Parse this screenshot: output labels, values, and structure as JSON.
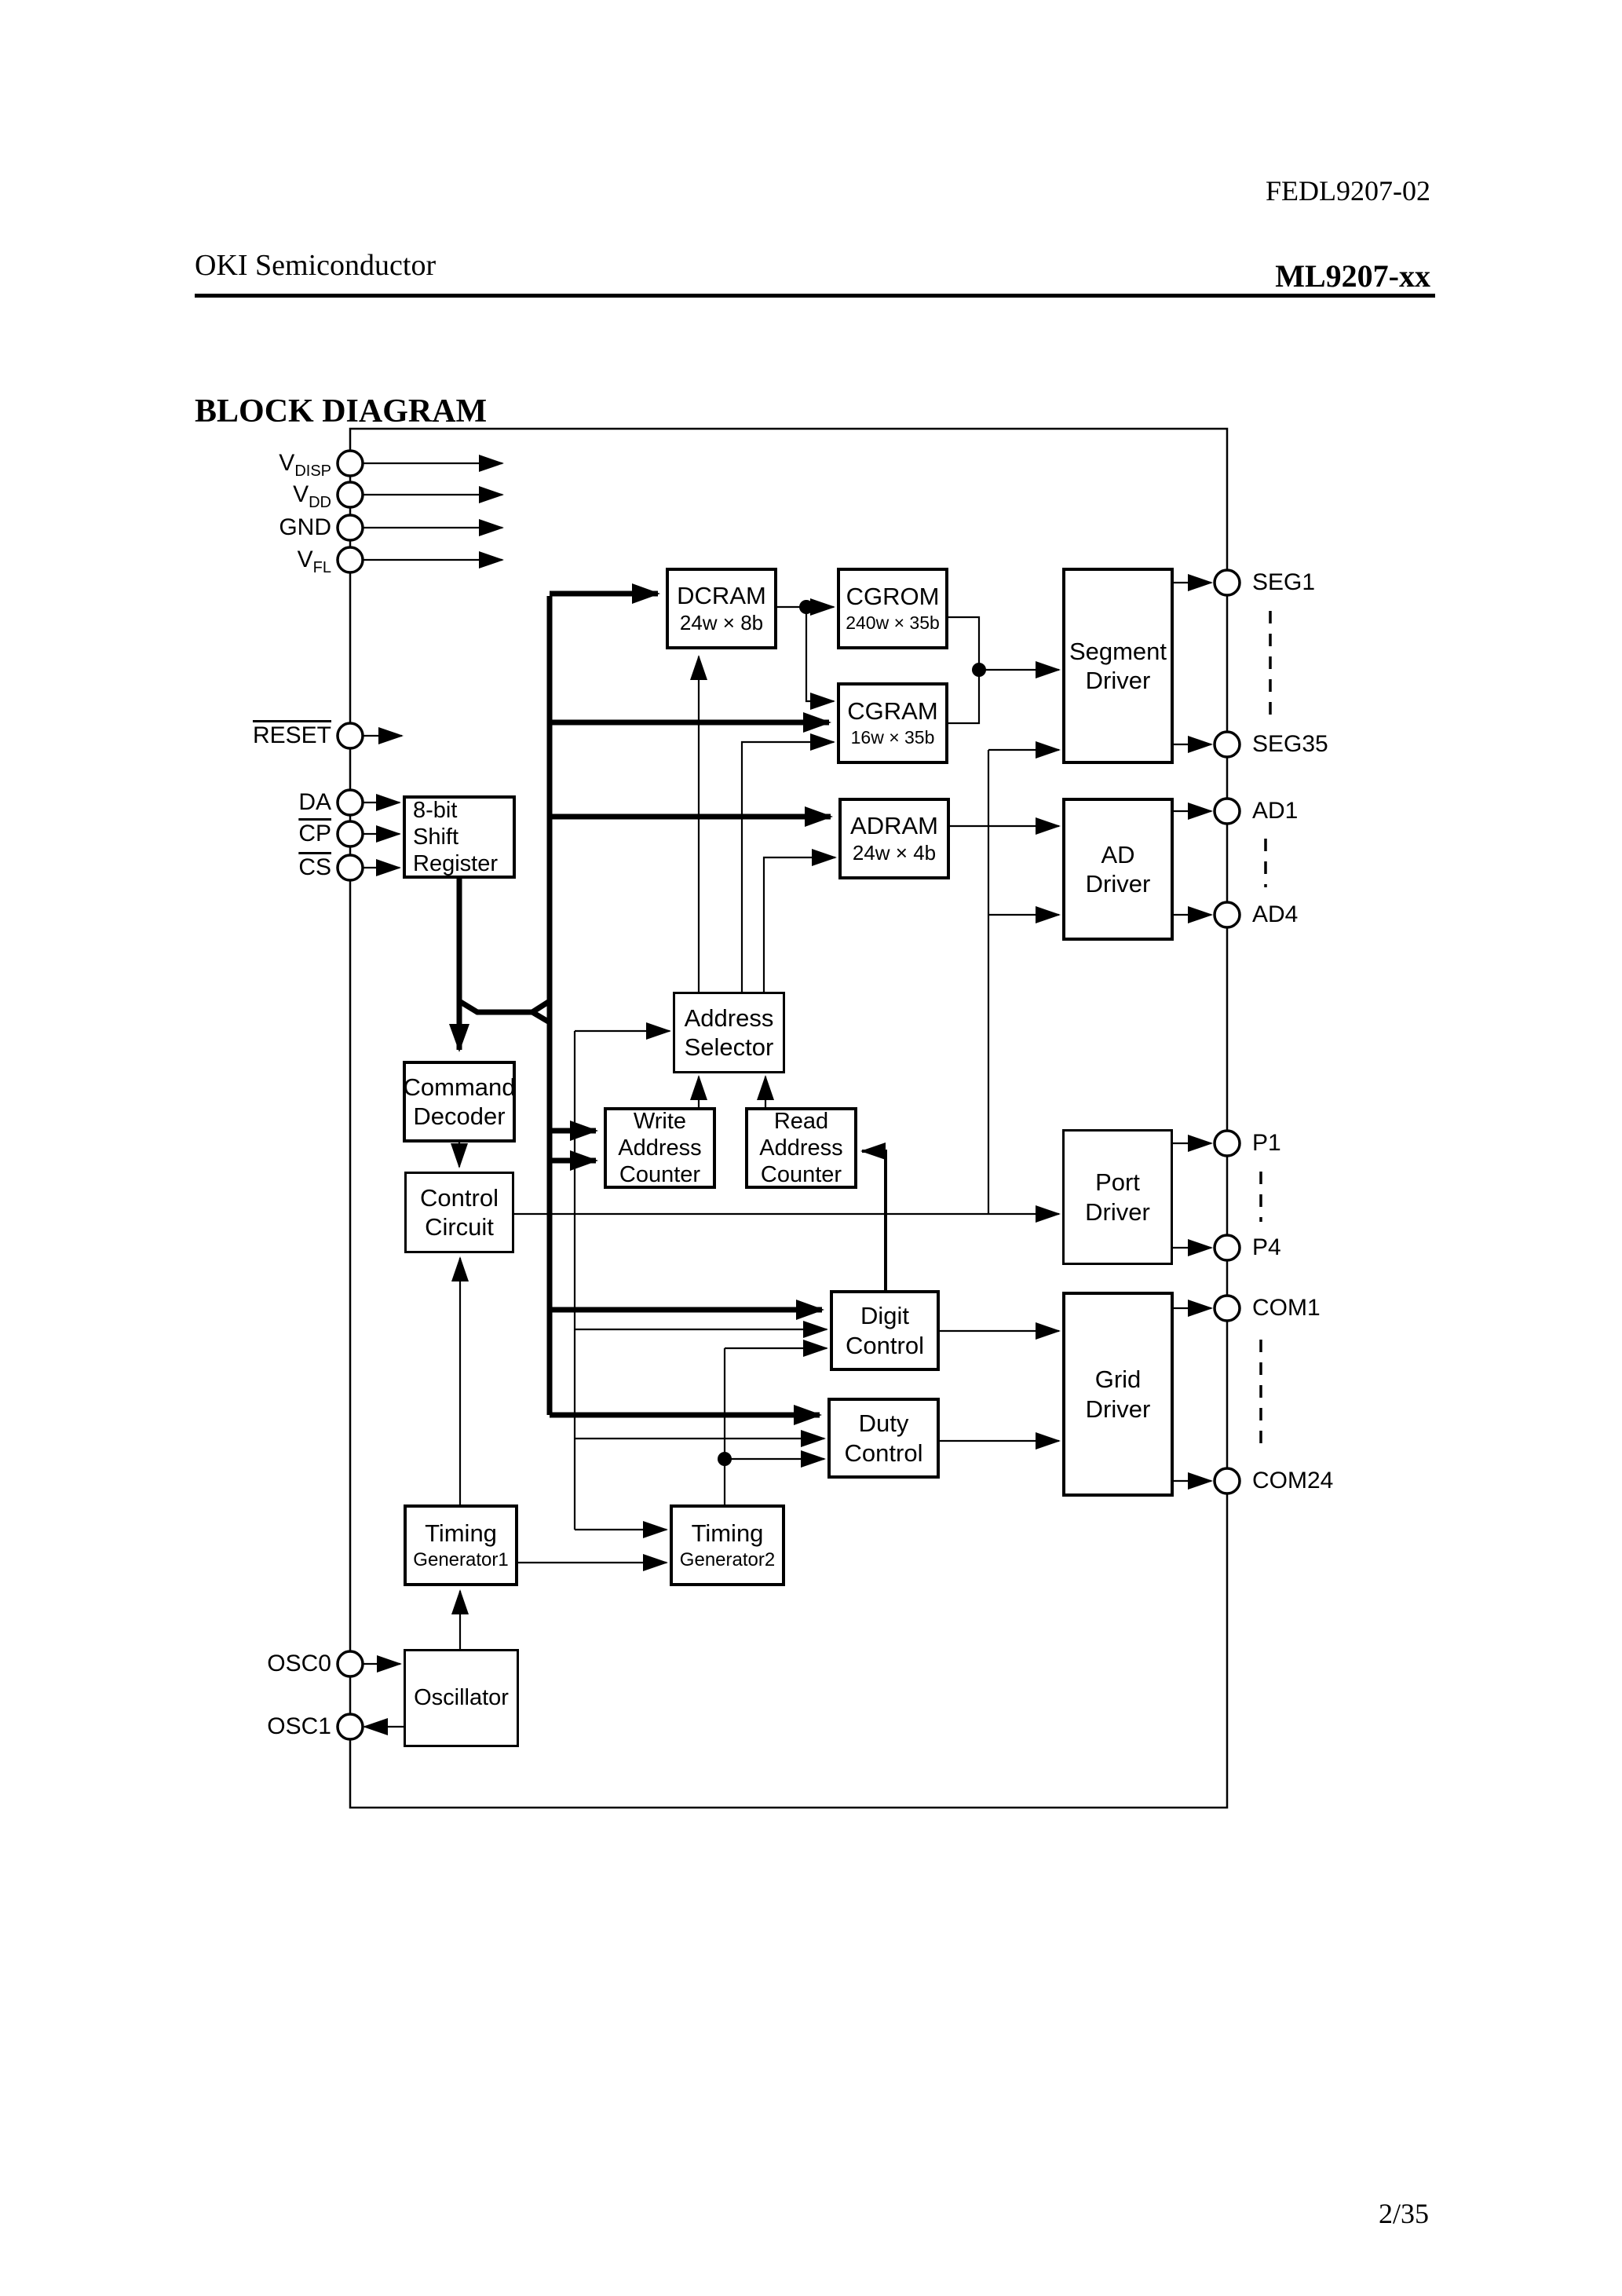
{
  "page": {
    "doc_number": "FEDL9207-02",
    "company": "OKI Semiconductor",
    "part_number": "ML9207-xx",
    "title": "BLOCK DIAGRAM",
    "page_indicator": "2/35"
  },
  "blocks": {
    "dcram": {
      "name": "DCRAM",
      "size": "24w × 8b"
    },
    "cgrom": {
      "name": "CGROM",
      "size": "240w × 35b"
    },
    "cgram": {
      "name": "CGRAM",
      "size": "16w × 35b"
    },
    "adram": {
      "name": "ADRAM",
      "size": "24w × 4b"
    },
    "segment_driver": {
      "line1": "Segment",
      "line2": "Driver"
    },
    "ad_driver": {
      "line1": "AD",
      "line2": "Driver"
    },
    "shift_register": {
      "line1": "8-bit",
      "line2": "Shift",
      "line3": "Register"
    },
    "command_decoder": {
      "line1": "Command",
      "line2": "Decoder"
    },
    "control_circuit": {
      "line1": "Control",
      "line2": "Circuit"
    },
    "address_selector": {
      "line1": "Address",
      "line2": "Selector"
    },
    "write_address_counter": {
      "line1": "Write",
      "line2": "Address",
      "line3": "Counter"
    },
    "read_address_counter": {
      "line1": "Read",
      "line2": "Address",
      "line3": "Counter"
    },
    "port_driver": {
      "line1": "Port",
      "line2": "Driver"
    },
    "digit_control": {
      "line1": "Digit",
      "line2": "Control"
    },
    "duty_control": {
      "line1": "Duty",
      "line2": "Control"
    },
    "grid_driver": {
      "line1": "Grid",
      "line2": "Driver"
    },
    "timing_generator1": {
      "line1": "Timing",
      "line2": "Generator1"
    },
    "timing_generator2": {
      "line1": "Timing",
      "line2": "Generator2"
    },
    "oscillator": {
      "line1": "Oscillator"
    }
  },
  "pins": {
    "left": {
      "vdisp": {
        "main": "V",
        "sub": "DISP"
      },
      "vdd": {
        "main": "V",
        "sub": "DD"
      },
      "gnd": {
        "main": "GND"
      },
      "vfl": {
        "main": "V",
        "sub": "FL"
      },
      "reset": {
        "main": "RESET"
      },
      "da": {
        "main": "DA"
      },
      "cp": {
        "main": "CP"
      },
      "cs": {
        "main": "CS"
      },
      "osc0": {
        "main": "OSC0"
      },
      "osc1": {
        "main": "OSC1"
      }
    },
    "right": {
      "seg1": "SEG1",
      "seg35": "SEG35",
      "ad1": "AD1",
      "ad4": "AD4",
      "p1": "P1",
      "p4": "P4",
      "com1": "COM1",
      "com24": "COM24"
    }
  }
}
